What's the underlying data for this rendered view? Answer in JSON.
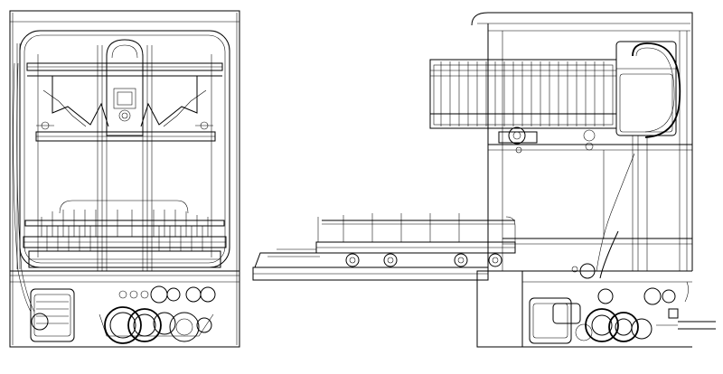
{
  "drawing": {
    "stroke_color": "#000000",
    "background_color": "#ffffff",
    "views": [
      {
        "name": "front-view",
        "parts": [
          "outer-cabinet",
          "door-frame",
          "spray-arm-manifold",
          "upper-rack",
          "lower-rack",
          "tine-rows",
          "base-plinth",
          "pump-motor-assembly",
          "drain-pump"
        ]
      },
      {
        "name": "side-view",
        "parts": [
          "outer-cabinet",
          "upper-rack",
          "detergent-reservoir",
          "filter-coil",
          "spray-arm-hub",
          "pulled-out-lower-rack",
          "rack-wheels",
          "open-door",
          "base-plinth",
          "pump-motor-assembly",
          "outlet-hose"
        ]
      }
    ]
  }
}
